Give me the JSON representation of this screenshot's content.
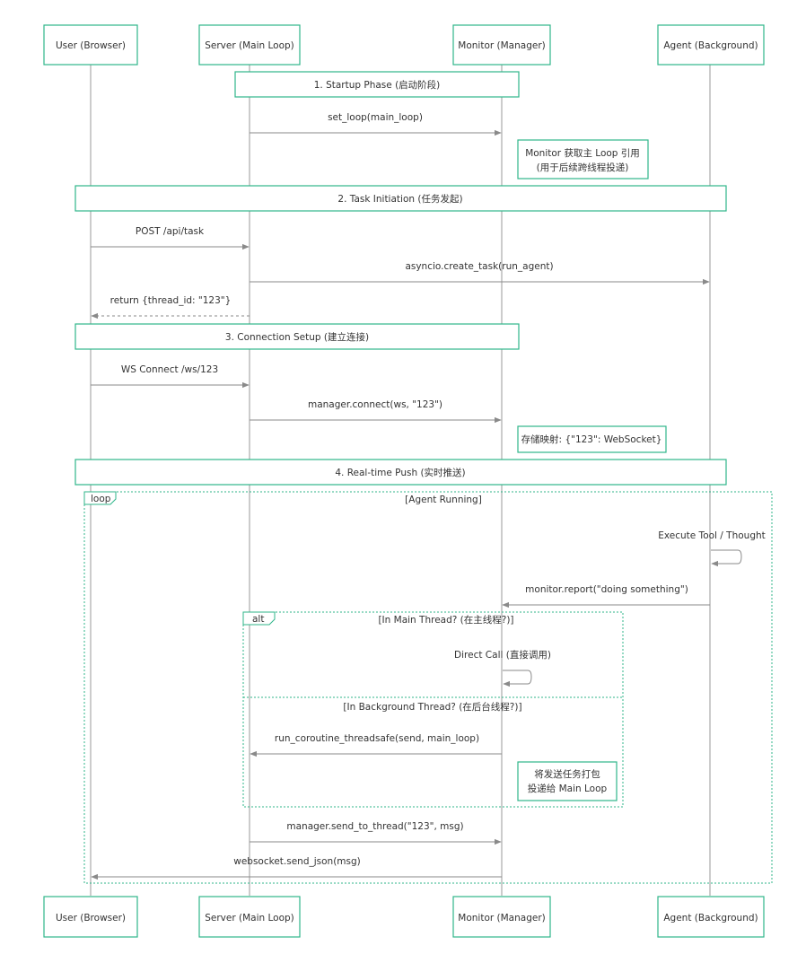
{
  "participants": [
    {
      "id": "user",
      "label": "User (Browser)"
    },
    {
      "id": "server",
      "label": "Server (Main Loop)"
    },
    {
      "id": "monitor",
      "label": "Monitor (Manager)"
    },
    {
      "id": "agent",
      "label": "Agent (Background)"
    }
  ],
  "phases": {
    "startup": "1. Startup Phase (启动阶段)",
    "task": "2. Task Initiation (任务发起)",
    "connection": "3. Connection Setup (建立连接)",
    "push": "4. Real-time Push (实时推送)"
  },
  "messages": {
    "set_loop": "set_loop(main_loop)",
    "post_task": "POST /api/task",
    "create_task": "asyncio.create_task(run_agent)",
    "return_id": "return {thread_id: \"123\"}",
    "ws_connect": "WS Connect /ws/123",
    "manager_connect": "manager.connect(ws, \"123\")",
    "execute_tool": "Execute Tool / Thought",
    "report": "monitor.report(\"doing something\")",
    "direct_call": "Direct Call (直接调用)",
    "run_coroutine": "run_coroutine_threadsafe(send, main_loop)",
    "send_to_thread": "manager.send_to_thread(\"123\", msg)",
    "send_json": "websocket.send_json(msg)"
  },
  "notes": {
    "monitor_loop": [
      "Monitor 获取主 Loop 引用",
      "(用于后续跨线程投递)"
    ],
    "store_mapping": [
      "存储映射: {\"123\": WebSocket}"
    ],
    "package_task": [
      "将发送任务打包",
      "投递给 Main Loop"
    ]
  },
  "loop": {
    "tag": "loop",
    "condition": "[Agent Running]"
  },
  "alt": {
    "tag": "alt",
    "condition_main": "[In Main Thread? (在主线程?)]",
    "condition_bg": "[In Background Thread? (在后台线程?)]"
  },
  "colors": {
    "accent": "#2fb68a",
    "line": "#8a8a8a",
    "text": "#333333"
  }
}
